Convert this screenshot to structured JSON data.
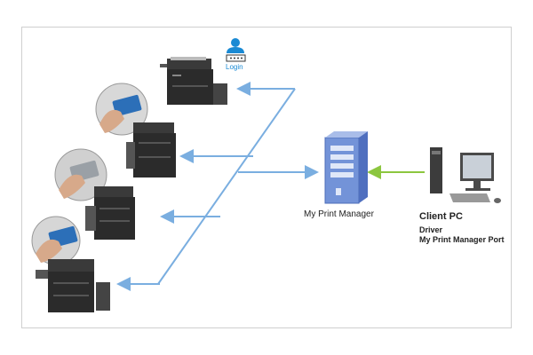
{
  "colors": {
    "arrow_blue": "#7aaee0",
    "arrow_green": "#8cc63f",
    "login_blue": "#1a8ad4",
    "server_blue": "#6f8fd6"
  },
  "icons": [
    "user-icon",
    "password-field-icon",
    "server-icon",
    "client-pc-icon",
    "copier-icon",
    "hand-touching-panel-icon"
  ],
  "login": {
    "label": "Login",
    "password_mask": "****"
  },
  "server": {
    "label": "My Print Manager"
  },
  "client": {
    "title": "Client PC",
    "line1": "Driver",
    "line2": "My Print Manager Port"
  }
}
